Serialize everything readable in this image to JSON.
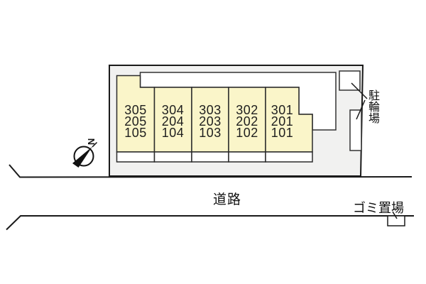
{
  "site_plan": {
    "road_label": "道路",
    "garbage_label": "ゴミ置場",
    "bicycle_label": "駐輪場",
    "north_label": "N",
    "units": [
      {
        "lines": [
          "305",
          "205",
          "105"
        ]
      },
      {
        "lines": [
          "304",
          "204",
          "104"
        ]
      },
      {
        "lines": [
          "303",
          "203",
          "103"
        ]
      },
      {
        "lines": [
          "302",
          "202",
          "102"
        ]
      },
      {
        "lines": [
          "301",
          "201",
          "101"
        ]
      }
    ],
    "colors": {
      "unit_fill": "#FAF5C9",
      "parcel_fill": "#F1F1F0",
      "corridor_fill": "#FFFFFF",
      "outline": "#1A1A1A"
    }
  }
}
